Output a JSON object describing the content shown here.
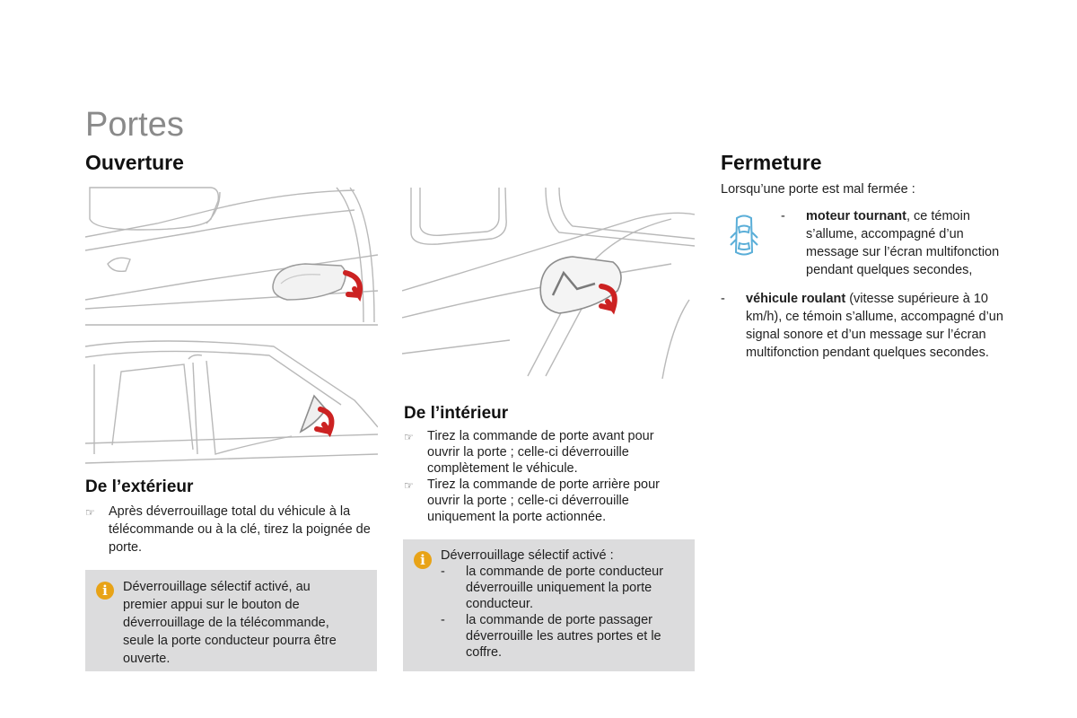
{
  "title": "Portes",
  "ouverture": {
    "heading": "Ouverture",
    "exterieur": {
      "heading": "De l’extérieur",
      "bullet_symbol": "☞",
      "bullet": "Après déverrouillage total du véhicule à la télécommande ou à la clé, tirez la poignée de porte.",
      "info": "Déverrouillage sélectif activé, au premier appui sur le bouton de déverrouillage de la télécommande, seule la porte conducteur pourra être ouverte."
    },
    "interieur": {
      "heading": "De l’intérieur",
      "bullets": [
        "Tirez la commande de porte avant pour ouvrir la porte ; celle-ci déverrouille complètement le véhicule.",
        "Tirez la commande de porte arrière pour ouvrir la porte ; celle-ci déverrouille uniquement la porte actionnée."
      ],
      "info_title": "Déverrouillage sélectif activé :",
      "info_items": [
        "la commande de porte conducteur déverrouille uniquement la porte conducteur.",
        "la commande de porte passager déverrouille les autres portes et le coffre."
      ]
    }
  },
  "fermeture": {
    "heading": "Fermeture",
    "intro": "Lorsqu’une porte est mal fermée :",
    "item1_bold": "moteur tournant",
    "item1_rest": ", ce témoin s’allume, accompagné d’un message sur l’écran multifonction pendant quelques secondes,",
    "item2_bold": "véhicule roulant",
    "item2_rest": " (vitesse supérieure à 10 km/h), ce témoin s’allume, accompagné d’un signal sonore et d’un message sur l’écran multifonction pendant quelques secondes."
  },
  "dash": "-",
  "info_letter": "i",
  "colors": {
    "info_bg": "#dcdcdd",
    "info_icon": "#e8a317",
    "arrow": "#cc2222",
    "warning_icon": "#5aaed8"
  }
}
